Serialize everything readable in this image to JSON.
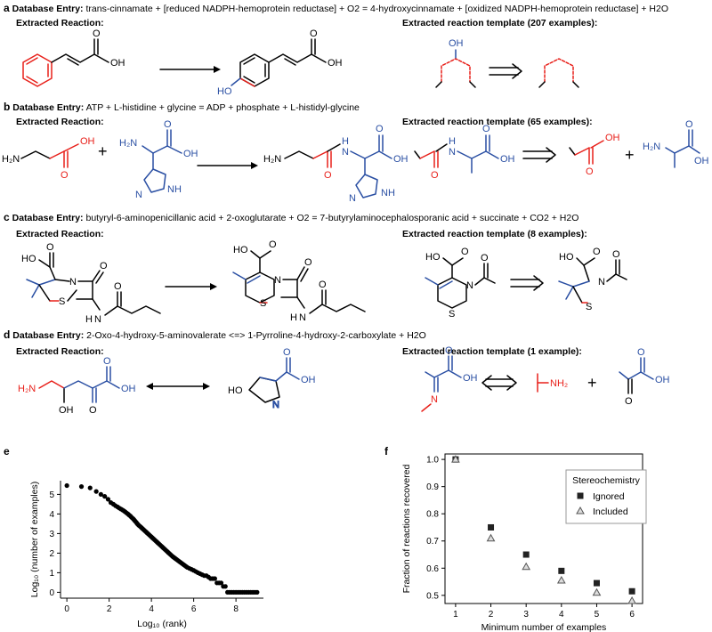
{
  "panels": {
    "a": {
      "letter": "a",
      "db_label": "Database Entry:",
      "db_text": "trans-cinnamate + [reduced NADPH-hemoprotein reductase] + O2 = 4-hydroxycinnamate + [oxidized NADPH-hemoprotein reductase] + H2O",
      "reaction_label": "Extracted Reaction:",
      "template_label": "Extracted reaction template (207 examples):",
      "atoms": {
        "oh": "OH",
        "ho": "HO",
        "o": "O"
      }
    },
    "b": {
      "letter": "b",
      "db_label": "Database Entry:",
      "db_text": "ATP + L-histidine + glycine = ADP + phosphate + L-histidyl-glycine",
      "reaction_label": "Extracted Reaction:",
      "template_label": "Extracted reaction template (65 examples):",
      "atoms": {
        "h2n": "H₂N",
        "oh": "OH",
        "o": "O",
        "nh": "NH",
        "hn": "H",
        "n": "N",
        "plus": "+"
      }
    },
    "c": {
      "letter": "c",
      "db_label": "Database Entry:",
      "db_text": "butyryl-6-aminopenicillanic acid + 2-oxoglutarate + O2 = 7-butyrylaminocephalosporanic acid + succinate + CO2 + H2O",
      "reaction_label": "Extracted Reaction:",
      "template_label": "Extracted reaction template (8 examples):",
      "atoms": {
        "ho": "HO",
        "o": "O",
        "n": "N",
        "s": "S",
        "h": "H"
      }
    },
    "d": {
      "letter": "d",
      "db_label": "Database Entry:",
      "db_text": "2-Oxo-4-hydroxy-5-aminovalerate <=> 1-Pyrroline-4-hydroxy-2-carboxylate + H2O",
      "reaction_label": "Extracted Reaction:",
      "template_label": "Extracted reaction template (1 example):",
      "atoms": {
        "h2n": "H₂N",
        "oh": "OH",
        "o": "O",
        "ho": "HO",
        "n": "N",
        "nh2": "NH₂",
        "plus": "+"
      }
    },
    "e": {
      "letter": "e"
    },
    "f": {
      "letter": "f"
    }
  },
  "chart_data": [
    {
      "type": "scatter",
      "id": "e",
      "xlabel": "Log₁₀ (rank)",
      "ylabel": "Log₁₀ (number of examples)",
      "xlim": [
        -0.3,
        9.3
      ],
      "ylim": [
        -0.3,
        5.7
      ],
      "xticks": [
        0,
        2,
        4,
        6,
        8
      ],
      "yticks": [
        0,
        1,
        2,
        3,
        4,
        5
      ],
      "series": [
        {
          "x": [
            0,
            0.69,
            1.1,
            1.39,
            1.61,
            1.79,
            1.95,
            2.08,
            2.2,
            2.3,
            2.4,
            2.48,
            2.56,
            2.64,
            2.71,
            2.77,
            2.83,
            2.89,
            2.94,
            3.0,
            3.04,
            3.09,
            3.14,
            3.18,
            3.22,
            3.26,
            3.3,
            3.33,
            3.37,
            3.4,
            3.45,
            3.5,
            3.55,
            3.6,
            3.65,
            3.7,
            3.75,
            3.8,
            3.85,
            3.9,
            3.95,
            4.0,
            4.05,
            4.1,
            4.15,
            4.2,
            4.25,
            4.3,
            4.35,
            4.4,
            4.45,
            4.5,
            4.55,
            4.6,
            4.65,
            4.7,
            4.75,
            4.8,
            4.85,
            4.9,
            4.95,
            5.0,
            5.05,
            5.1,
            5.15,
            5.2,
            5.25,
            5.3,
            5.35,
            5.4,
            5.45,
            5.5,
            5.55,
            5.6,
            5.65,
            5.7,
            5.8,
            5.9,
            6.0,
            6.1,
            6.2,
            6.3,
            6.4,
            6.5,
            6.6,
            6.7,
            6.8,
            6.9,
            7.0,
            7.1,
            7.2,
            7.3,
            7.4,
            7.5,
            7.6,
            7.7,
            7.8,
            7.9,
            8.0,
            8.1,
            8.2,
            8.3,
            8.4,
            8.5,
            8.6,
            8.7,
            8.8,
            8.9,
            9.0
          ],
          "y": [
            5.45,
            5.4,
            5.33,
            5.15,
            5.0,
            4.9,
            4.75,
            4.58,
            4.5,
            4.42,
            4.36,
            4.3,
            4.25,
            4.2,
            4.15,
            4.1,
            4.05,
            4.0,
            3.95,
            3.9,
            3.85,
            3.8,
            3.75,
            3.7,
            3.65,
            3.6,
            3.55,
            3.5,
            3.46,
            3.42,
            3.38,
            3.33,
            3.28,
            3.23,
            3.18,
            3.13,
            3.08,
            3.03,
            2.98,
            2.93,
            2.88,
            2.83,
            2.78,
            2.73,
            2.68,
            2.63,
            2.58,
            2.53,
            2.48,
            2.43,
            2.38,
            2.33,
            2.28,
            2.23,
            2.18,
            2.13,
            2.08,
            2.03,
            1.98,
            1.93,
            1.88,
            1.83,
            1.79,
            1.75,
            1.71,
            1.67,
            1.63,
            1.59,
            1.55,
            1.51,
            1.47,
            1.43,
            1.39,
            1.35,
            1.31,
            1.27,
            1.22,
            1.17,
            1.12,
            1.06,
            1.0,
            0.95,
            0.9,
            0.85,
            0.85,
            0.78,
            0.7,
            0.7,
            0.7,
            0.48,
            0.48,
            0.48,
            0.3,
            0.3,
            0,
            0,
            0,
            0,
            0,
            0,
            0,
            0,
            0,
            0,
            0,
            0,
            0,
            0,
            0
          ]
        }
      ]
    },
    {
      "type": "scatter",
      "id": "f",
      "xlabel": "Minimum number of examples",
      "ylabel": "Fraction of reactions recovered",
      "xlim": [
        0.7,
        6.3
      ],
      "ylim": [
        0.47,
        1.02
      ],
      "xticks": [
        1,
        2,
        3,
        4,
        5,
        6
      ],
      "yticks": [
        0.5,
        0.6,
        0.7,
        0.8,
        0.9,
        1.0
      ],
      "legend_title": "Stereochemistry",
      "legend_placement": "top-right",
      "series": [
        {
          "name": "Ignored",
          "marker": "square",
          "x": [
            1,
            2,
            3,
            4,
            5,
            6
          ],
          "y": [
            1.0,
            0.75,
            0.65,
            0.59,
            0.545,
            0.515
          ]
        },
        {
          "name": "Included",
          "marker": "triangle",
          "x": [
            1,
            2,
            3,
            4,
            5,
            6
          ],
          "y": [
            1.0,
            0.71,
            0.605,
            0.555,
            0.51,
            0.48
          ]
        }
      ]
    }
  ]
}
